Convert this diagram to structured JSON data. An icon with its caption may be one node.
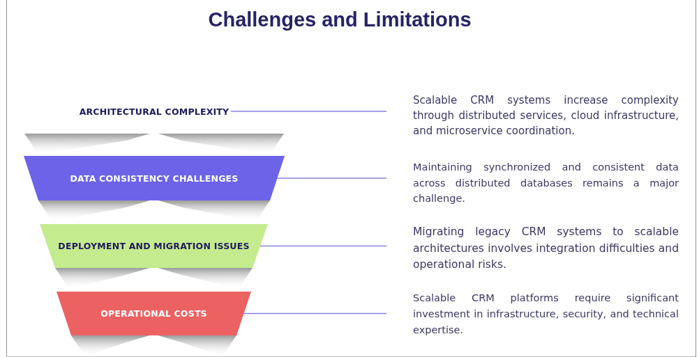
{
  "diagram": {
    "title": "Challenges and Limitations",
    "nodes": [
      {
        "text": [
          "ARCHITECTURAL COMPLEXITY"
        ]
      },
      {
        "text": [
          "Scalable CRM systems increase complexity through distributed services, cloud infrastructure, and microservice coordination."
        ]
      },
      {
        "text": [
          "DATA CONSISTENCY CHALLENGES"
        ]
      },
      {
        "text": [
          "Maintaining synchronized and consistent data across distributed databases remains a major challenge."
        ]
      },
      {
        "text": [
          "DEPLOYMENT AND MIGRATION ISSUES"
        ]
      },
      {
        "text": [
          "Migrating legacy CRM systems to scalable architectures involves integration difficulties and operational risks."
        ]
      },
      {
        "text": [
          "OPERATIONAL COSTS"
        ]
      },
      {
        "text": [
          "Scalable CRM platforms require significant investment in infrastructure, security, and technical expertise."
        ]
      }
    ],
    "edges": [
      {
        "from": 0,
        "to": 1,
        "arrow": "none"
      },
      {
        "from": 2,
        "to": 3,
        "arrow": "none"
      },
      {
        "from": 4,
        "to": 5,
        "arrow": "none"
      },
      {
        "from": 6,
        "to": 7,
        "arrow": "none"
      }
    ]
  }
}
